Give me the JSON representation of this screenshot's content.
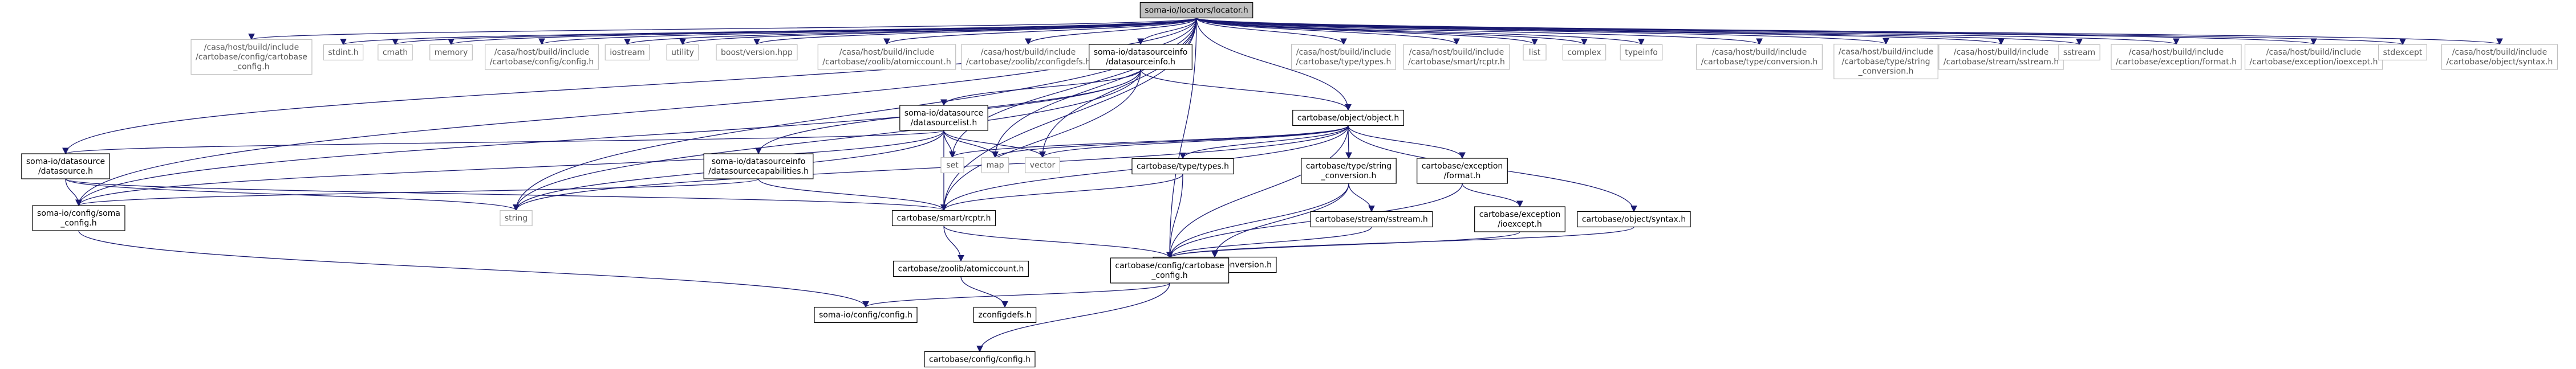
{
  "root": {
    "id": "root",
    "lines": [
      "soma-io/locators/locator.h"
    ]
  },
  "nodes": [
    {
      "id": "cfg_cartobase_h_ext",
      "lines": [
        "/casa/host/build/include",
        "/cartobase/config/cartobase",
        "_config.h"
      ],
      "external": true
    },
    {
      "id": "stdint",
      "lines": [
        "stdint.h"
      ],
      "external": true
    },
    {
      "id": "cmath",
      "lines": [
        "cmath"
      ],
      "external": true
    },
    {
      "id": "memory",
      "lines": [
        "memory"
      ],
      "external": true
    },
    {
      "id": "config_h_ext",
      "lines": [
        "/casa/host/build/include",
        "/cartobase/config/config.h"
      ],
      "external": true
    },
    {
      "id": "iostream",
      "lines": [
        "iostream"
      ],
      "external": true
    },
    {
      "id": "utility",
      "lines": [
        "utility"
      ],
      "external": true
    },
    {
      "id": "boost_version",
      "lines": [
        "boost/version.hpp"
      ],
      "external": true
    },
    {
      "id": "atomiccount_ext",
      "lines": [
        "/casa/host/build/include",
        "/cartobase/zoolib/atomiccount.h"
      ],
      "external": true
    },
    {
      "id": "zconfigdefs_ext",
      "lines": [
        "/casa/host/build/include",
        "/cartobase/zoolib/zconfigdefs.h"
      ],
      "external": true
    },
    {
      "id": "datasourceinfo",
      "lines": [
        "soma-io/datasourceinfo",
        "/datasourceinfo.h"
      ]
    },
    {
      "id": "types_ext",
      "lines": [
        "/casa/host/build/include",
        "/cartobase/type/types.h"
      ],
      "external": true
    },
    {
      "id": "smartptr_ext",
      "lines": [
        "/casa/host/build/include",
        "/cartobase/smart/rcptr.h"
      ],
      "external": true
    },
    {
      "id": "list",
      "lines": [
        "list"
      ],
      "external": true
    },
    {
      "id": "complex",
      "lines": [
        "complex"
      ],
      "external": true
    },
    {
      "id": "typeinfo",
      "lines": [
        "typeinfo"
      ],
      "external": true
    },
    {
      "id": "conversion_ext",
      "lines": [
        "/casa/host/build/include",
        "/cartobase/type/conversion.h"
      ],
      "external": true
    },
    {
      "id": "string_conv_ext",
      "lines": [
        "/casa/host/build/include",
        "/cartobase/type/string",
        "_conversion.h"
      ],
      "external": true
    },
    {
      "id": "sstream_ext",
      "lines": [
        "/casa/host/build/include",
        "/cartobase/stream/sstream.h"
      ],
      "external": true
    },
    {
      "id": "sstream",
      "lines": [
        "sstream"
      ],
      "external": true
    },
    {
      "id": "format_ext",
      "lines": [
        "/casa/host/build/include",
        "/cartobase/exception/format.h"
      ],
      "external": true
    },
    {
      "id": "ioexcept_ext",
      "lines": [
        "/casa/host/build/include",
        "/cartobase/exception/ioexcept.h"
      ],
      "external": true
    },
    {
      "id": "stdexcept",
      "lines": [
        "stdexcept"
      ],
      "external": true
    },
    {
      "id": "syntax_ext",
      "lines": [
        "/casa/host/build/include",
        "/cartobase/object/syntax.h"
      ],
      "external": true
    },
    {
      "id": "datasourcelist",
      "lines": [
        "soma-io/datasource",
        "/datasourcelist.h"
      ]
    },
    {
      "id": "object",
      "lines": [
        "cartobase/object/object.h"
      ]
    },
    {
      "id": "datasource",
      "lines": [
        "soma-io/datasource",
        "/datasource.h"
      ]
    },
    {
      "id": "dscapabilities",
      "lines": [
        "soma-io/datasourceinfo",
        "/datasourcecapabilities.h"
      ]
    },
    {
      "id": "set",
      "lines": [
        "set"
      ],
      "external": true
    },
    {
      "id": "map",
      "lines": [
        "map"
      ],
      "external": true
    },
    {
      "id": "vector",
      "lines": [
        "vector"
      ],
      "external": true
    },
    {
      "id": "types",
      "lines": [
        "cartobase/type/types.h"
      ]
    },
    {
      "id": "string_conv",
      "lines": [
        "cartobase/type/string",
        "_conversion.h"
      ]
    },
    {
      "id": "format",
      "lines": [
        "cartobase/exception",
        "/format.h"
      ]
    },
    {
      "id": "soma_config",
      "lines": [
        "soma-io/config/soma",
        "_config.h"
      ]
    },
    {
      "id": "string",
      "lines": [
        "string"
      ],
      "external": true
    },
    {
      "id": "rcptr",
      "lines": [
        "cartobase/smart/rcptr.h"
      ]
    },
    {
      "id": "conversion",
      "lines": [
        "cartobase/type/conversion.h"
      ]
    },
    {
      "id": "sstream_h",
      "lines": [
        "cartobase/stream/sstream.h"
      ]
    },
    {
      "id": "ioexcept",
      "lines": [
        "cartobase/exception",
        "/ioexcept.h"
      ]
    },
    {
      "id": "syntax",
      "lines": [
        "cartobase/object/syntax.h"
      ]
    },
    {
      "id": "atomiccount",
      "lines": [
        "cartobase/zoolib/atomiccount.h"
      ]
    },
    {
      "id": "cartobase_config",
      "lines": [
        "cartobase/config/cartobase",
        "_config.h"
      ]
    },
    {
      "id": "somaio_config",
      "lines": [
        "soma-io/config/config.h"
      ]
    },
    {
      "id": "zconfigdefs",
      "lines": [
        "zconfigdefs.h"
      ]
    },
    {
      "id": "config",
      "lines": [
        "cartobase/config/config.h"
      ]
    }
  ],
  "edges": [
    [
      "root",
      "cfg_cartobase_h_ext"
    ],
    [
      "root",
      "stdint"
    ],
    [
      "root",
      "cmath"
    ],
    [
      "root",
      "memory"
    ],
    [
      "root",
      "config_h_ext"
    ],
    [
      "root",
      "iostream"
    ],
    [
      "root",
      "utility"
    ],
    [
      "root",
      "boost_version"
    ],
    [
      "root",
      "atomiccount_ext"
    ],
    [
      "root",
      "zconfigdefs_ext"
    ],
    [
      "root",
      "datasourceinfo"
    ],
    [
      "root",
      "types_ext"
    ],
    [
      "root",
      "smartptr_ext"
    ],
    [
      "root",
      "list"
    ],
    [
      "root",
      "complex"
    ],
    [
      "root",
      "typeinfo"
    ],
    [
      "root",
      "conversion_ext"
    ],
    [
      "root",
      "string_conv_ext"
    ],
    [
      "root",
      "sstream_ext"
    ],
    [
      "root",
      "sstream"
    ],
    [
      "root",
      "format_ext"
    ],
    [
      "root",
      "ioexcept_ext"
    ],
    [
      "root",
      "stdexcept"
    ],
    [
      "root",
      "syntax_ext"
    ],
    [
      "root",
      "datasource"
    ],
    [
      "root",
      "soma_config"
    ],
    [
      "root",
      "string"
    ],
    [
      "root",
      "rcptr"
    ],
    [
      "root",
      "object"
    ],
    [
      "root",
      "set"
    ],
    [
      "root",
      "map"
    ],
    [
      "root",
      "vector"
    ],
    [
      "root",
      "cartobase_config"
    ],
    [
      "datasourceinfo",
      "datasourcelist"
    ],
    [
      "datasourceinfo",
      "object"
    ],
    [
      "datasourceinfo",
      "dscapabilities"
    ],
    [
      "datasourceinfo",
      "soma_config"
    ],
    [
      "datasourceinfo",
      "string"
    ],
    [
      "datasourceinfo",
      "rcptr"
    ],
    [
      "datasourcelist",
      "datasource"
    ],
    [
      "datasourcelist",
      "set"
    ],
    [
      "datasourcelist",
      "map"
    ],
    [
      "datasourcelist",
      "vector"
    ],
    [
      "datasourcelist",
      "string"
    ],
    [
      "datasourcelist",
      "rcptr"
    ],
    [
      "datasourcelist",
      "soma_config"
    ],
    [
      "datasource",
      "soma_config"
    ],
    [
      "datasource",
      "string"
    ],
    [
      "datasource",
      "rcptr"
    ],
    [
      "dscapabilities",
      "soma_config"
    ],
    [
      "dscapabilities",
      "rcptr"
    ],
    [
      "object",
      "types"
    ],
    [
      "object",
      "string_conv"
    ],
    [
      "object",
      "format"
    ],
    [
      "object",
      "syntax"
    ],
    [
      "object",
      "rcptr"
    ],
    [
      "object",
      "set"
    ],
    [
      "object",
      "map"
    ],
    [
      "object",
      "vector"
    ],
    [
      "object",
      "string"
    ],
    [
      "object",
      "cartobase_config"
    ],
    [
      "types",
      "rcptr"
    ],
    [
      "types",
      "cartobase_config"
    ],
    [
      "string_conv",
      "conversion"
    ],
    [
      "string_conv",
      "sstream_h"
    ],
    [
      "string_conv",
      "cartobase_config"
    ],
    [
      "format",
      "ioexcept"
    ],
    [
      "format",
      "cartobase_config"
    ],
    [
      "ioexcept",
      "cartobase_config"
    ],
    [
      "syntax",
      "cartobase_config"
    ],
    [
      "sstream_h",
      "cartobase_config"
    ],
    [
      "conversion",
      "cartobase_config"
    ],
    [
      "rcptr",
      "atomiccount"
    ],
    [
      "rcptr",
      "cartobase_config"
    ],
    [
      "atomiccount",
      "zconfigdefs"
    ],
    [
      "soma_config",
      "somaio_config"
    ],
    [
      "cartobase_config",
      "somaio_config"
    ],
    [
      "cartobase_config",
      "config"
    ]
  ]
}
